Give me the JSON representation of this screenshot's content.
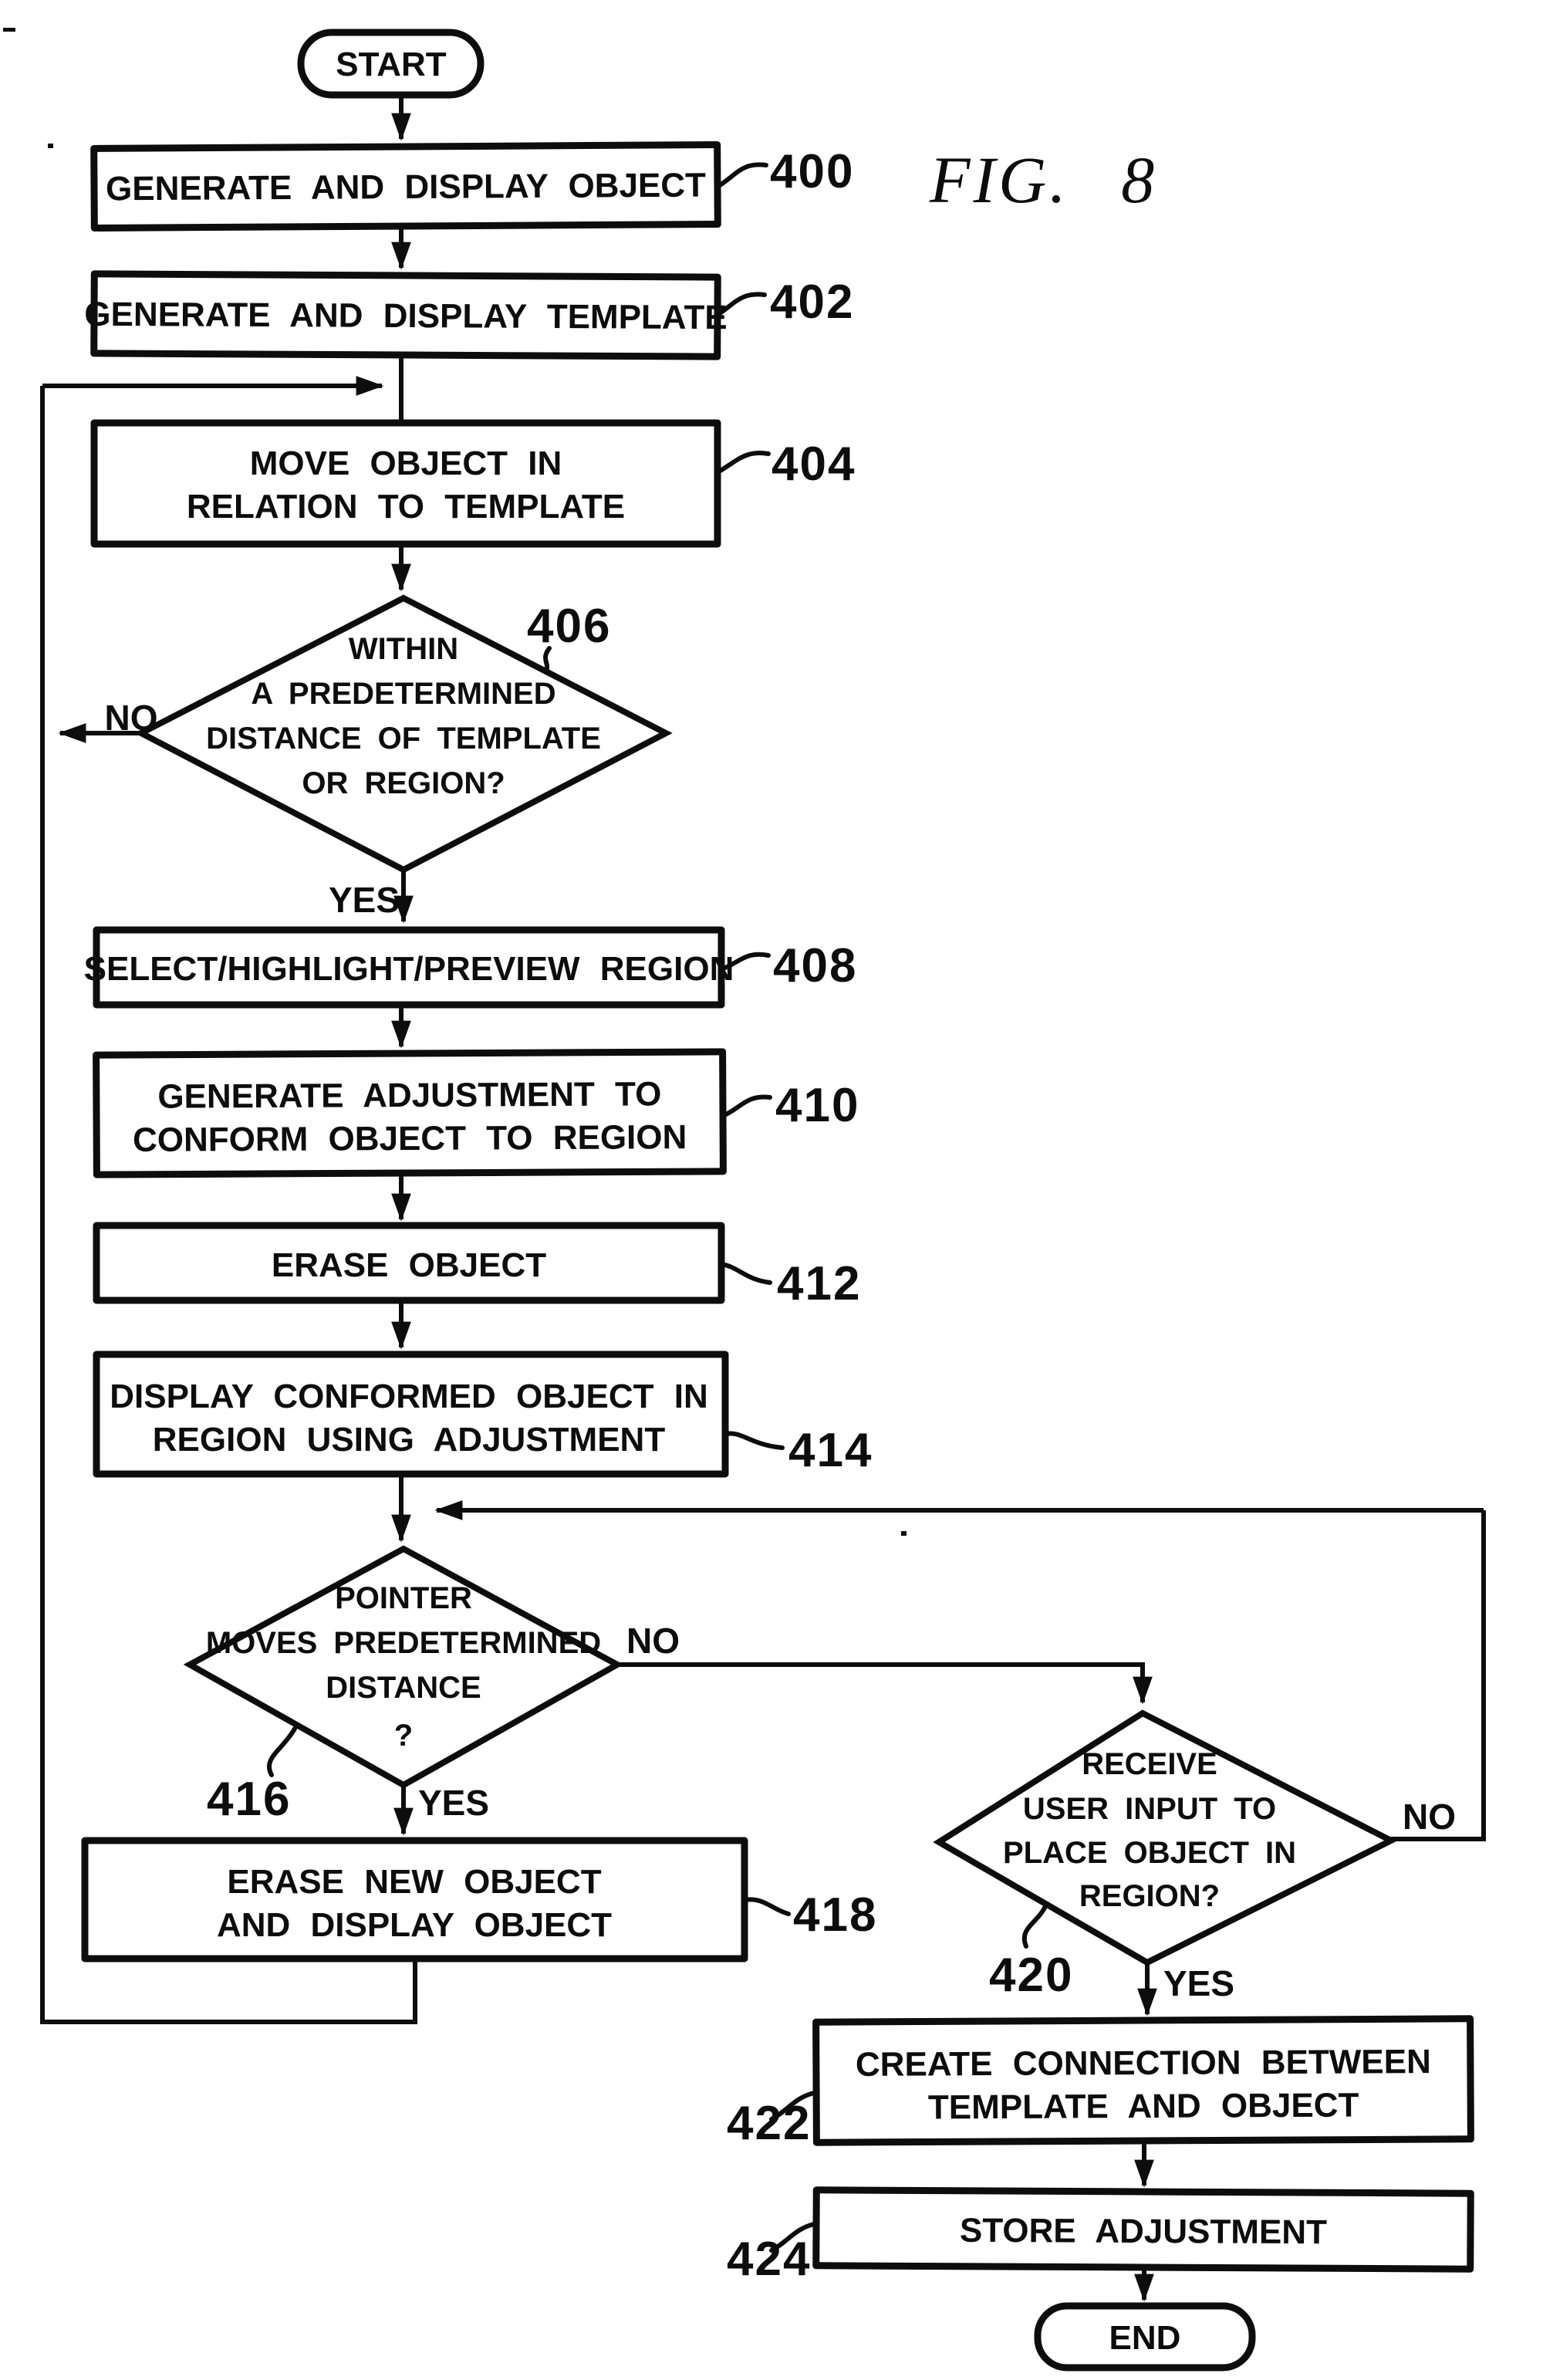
{
  "figure": {
    "title": "FIG. 8"
  },
  "colors": {
    "ink": "#0d0d0d",
    "paper": "#ffffff"
  },
  "nodes": {
    "start": {
      "type": "terminator",
      "label": "START"
    },
    "n400": {
      "ref": "400",
      "lines": [
        "GENERATE AND DISPLAY OBJECT"
      ]
    },
    "n402": {
      "ref": "402",
      "lines": [
        "GENERATE AND DISPLAY TEMPLATE"
      ]
    },
    "n404": {
      "ref": "404",
      "lines": [
        "MOVE OBJECT IN",
        "RELATION TO TEMPLATE"
      ]
    },
    "d406": {
      "ref": "406",
      "type": "decision",
      "lines": [
        "WITHIN",
        "A PREDETERMINED",
        "DISTANCE OF TEMPLATE",
        "OR REGION?"
      ],
      "yes_label": "YES",
      "no_label": "NO"
    },
    "n408": {
      "ref": "408",
      "lines": [
        "SELECT/HIGHLIGHT/PREVIEW REGION"
      ]
    },
    "n410": {
      "ref": "410",
      "lines": [
        "GENERATE ADJUSTMENT TO",
        "CONFORM OBJECT TO REGION"
      ]
    },
    "n412": {
      "ref": "412",
      "lines": [
        "ERASE OBJECT"
      ]
    },
    "n414": {
      "ref": "414",
      "lines": [
        "DISPLAY CONFORMED OBJECT IN",
        "REGION USING ADJUSTMENT"
      ]
    },
    "d416": {
      "ref": "416",
      "type": "decision",
      "lines": [
        "POINTER",
        "MOVES PREDETERMINED",
        "DISTANCE",
        "?"
      ],
      "yes_label": "YES",
      "no_label": "NO"
    },
    "n418": {
      "ref": "418",
      "lines": [
        "ERASE NEW OBJECT",
        "AND DISPLAY OBJECT"
      ]
    },
    "d420": {
      "ref": "420",
      "type": "decision",
      "lines": [
        "RECEIVE",
        "USER INPUT TO",
        "PLACE OBJECT IN",
        "REGION?"
      ],
      "yes_label": "YES",
      "no_label": "NO"
    },
    "n422": {
      "ref": "422",
      "lines": [
        "CREATE CONNECTION BETWEEN",
        "TEMPLATE AND OBJECT"
      ]
    },
    "n424": {
      "ref": "424",
      "lines": [
        "STORE ADJUSTMENT"
      ]
    },
    "end": {
      "type": "terminator",
      "label": "END"
    }
  }
}
